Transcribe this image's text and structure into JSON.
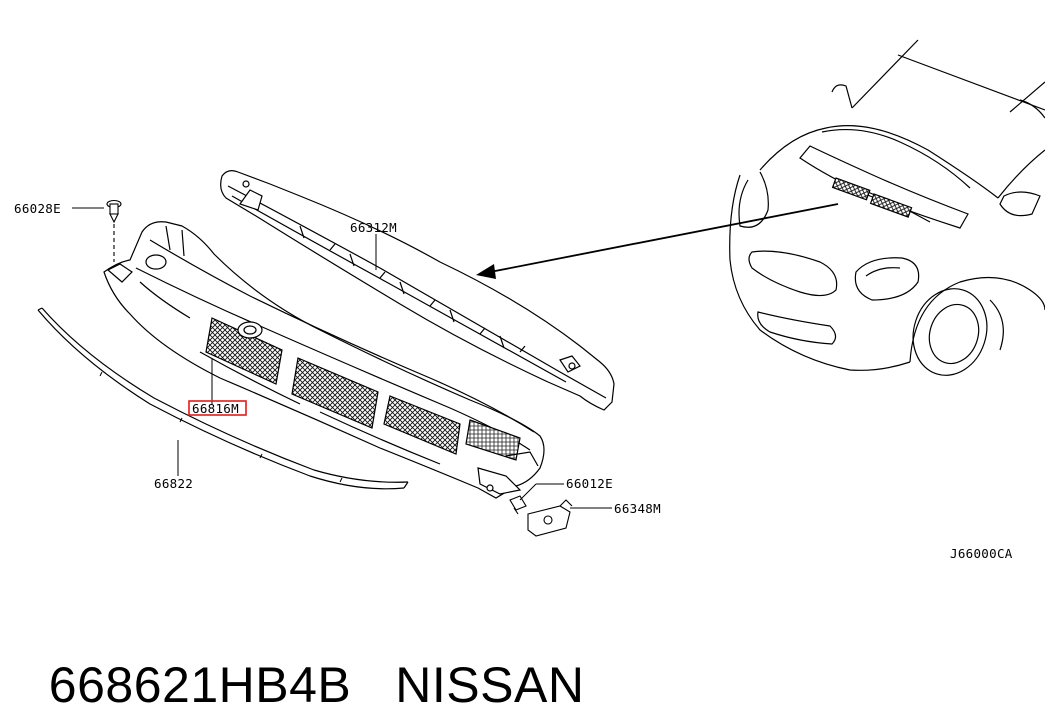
{
  "diagram": {
    "diagram_code": "J66000CA",
    "callouts": {
      "fastener_top": "66028E",
      "front_panel": "66312M",
      "cowl_grille": "66816M",
      "seal_strip": "66822",
      "clip": "66012E",
      "bracket": "66348M"
    },
    "highlight_color": "#e31b1b"
  },
  "footer": {
    "part_number": "668621HB4B",
    "brand": "NISSAN"
  }
}
